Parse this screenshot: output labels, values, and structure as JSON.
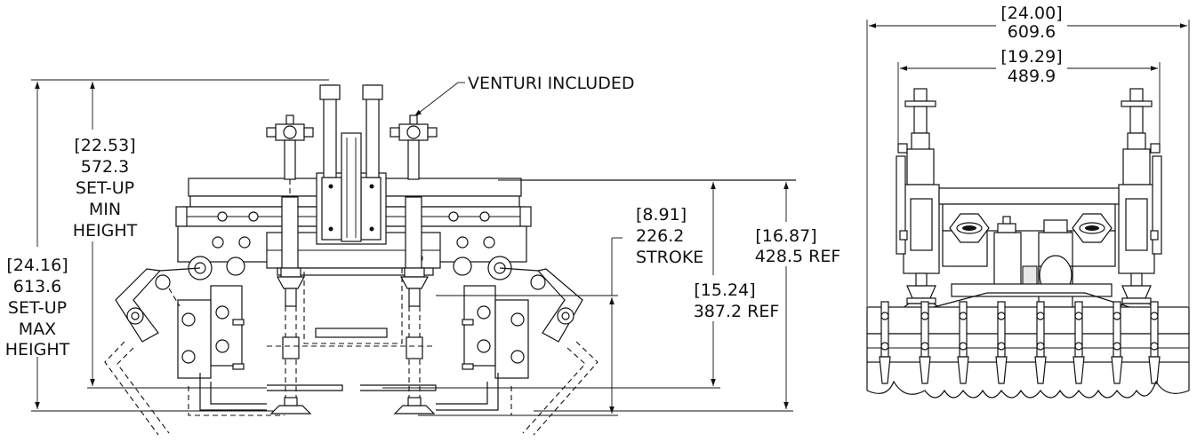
{
  "annotations": {
    "venturi": "VENTURI INCLUDED"
  },
  "dimensions": {
    "min_height": {
      "inch": "[22.53]",
      "mm": "572.3",
      "line1": "SET-UP",
      "line2": "MIN",
      "line3": "HEIGHT"
    },
    "max_height": {
      "inch": "[24.16]",
      "mm": "613.6",
      "line1": "SET-UP",
      "line2": "MAX",
      "line3": "HEIGHT"
    },
    "stroke": {
      "inch": "[8.91]",
      "mm": "226.2",
      "label": "STROKE"
    },
    "ref_15": {
      "inch": "[15.24]",
      "mm": "387.2 REF"
    },
    "ref_16": {
      "inch": "[16.87]",
      "mm": "428.5 REF"
    },
    "overall_width": {
      "inch": "[24.00]",
      "mm": "609.6"
    },
    "inner_width": {
      "inch": "[19.29]",
      "mm": "489.9"
    }
  }
}
